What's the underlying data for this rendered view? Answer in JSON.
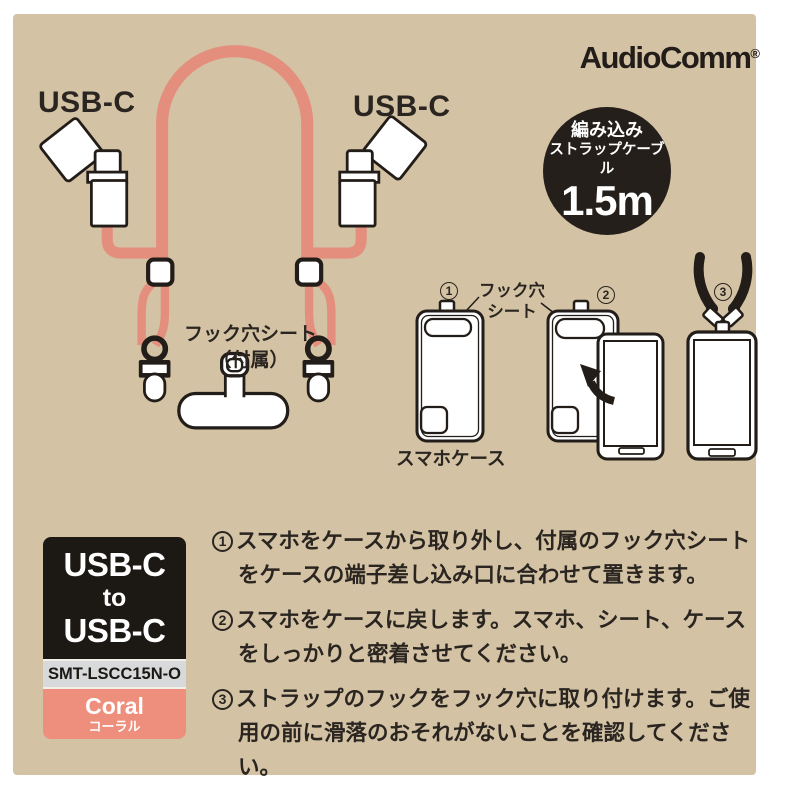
{
  "brand": {
    "name": "AudioComm",
    "reg": "®"
  },
  "labels": {
    "usb_c_left": "USB-C",
    "usb_c_right": "USB-C",
    "hook_sheet_caption_line1": "フック穴シート",
    "hook_sheet_caption_line2": "（付属）",
    "hook_sheet_pointer_line1": "フック穴",
    "hook_sheet_pointer_line2": "シート",
    "phone_case": "スマホケース"
  },
  "badge": {
    "line1": "編み込み",
    "line2": "ストラップケーブル",
    "line3": "1.5m"
  },
  "product_box": {
    "connector_top": "USB-C",
    "connector_mid": "to",
    "connector_bottom": "USB-C",
    "model": "SMT-LSCC15N-O",
    "color_name_en": "Coral",
    "color_name_jp": "コーラル"
  },
  "steps": [
    {
      "num": "1",
      "text": "スマホをケースから取り外し、付属のフック穴シートをケースの端子差し込み口に合わせて置きます。"
    },
    {
      "num": "2",
      "text": "スマホをケースに戻します。スマホ、シート、ケースをしっかりと密着させてください。"
    },
    {
      "num": "3",
      "text": "ストラップのフックをフック穴に取り付けます。ご使用の前に滑落のおそれがないことを確認してください。"
    }
  ],
  "colors": {
    "background": "#d3c2a4",
    "cable": "#e48f7e",
    "ink": "#221d18",
    "coral_band": "#ee8e7c",
    "gray_band": "#d8d9da"
  }
}
